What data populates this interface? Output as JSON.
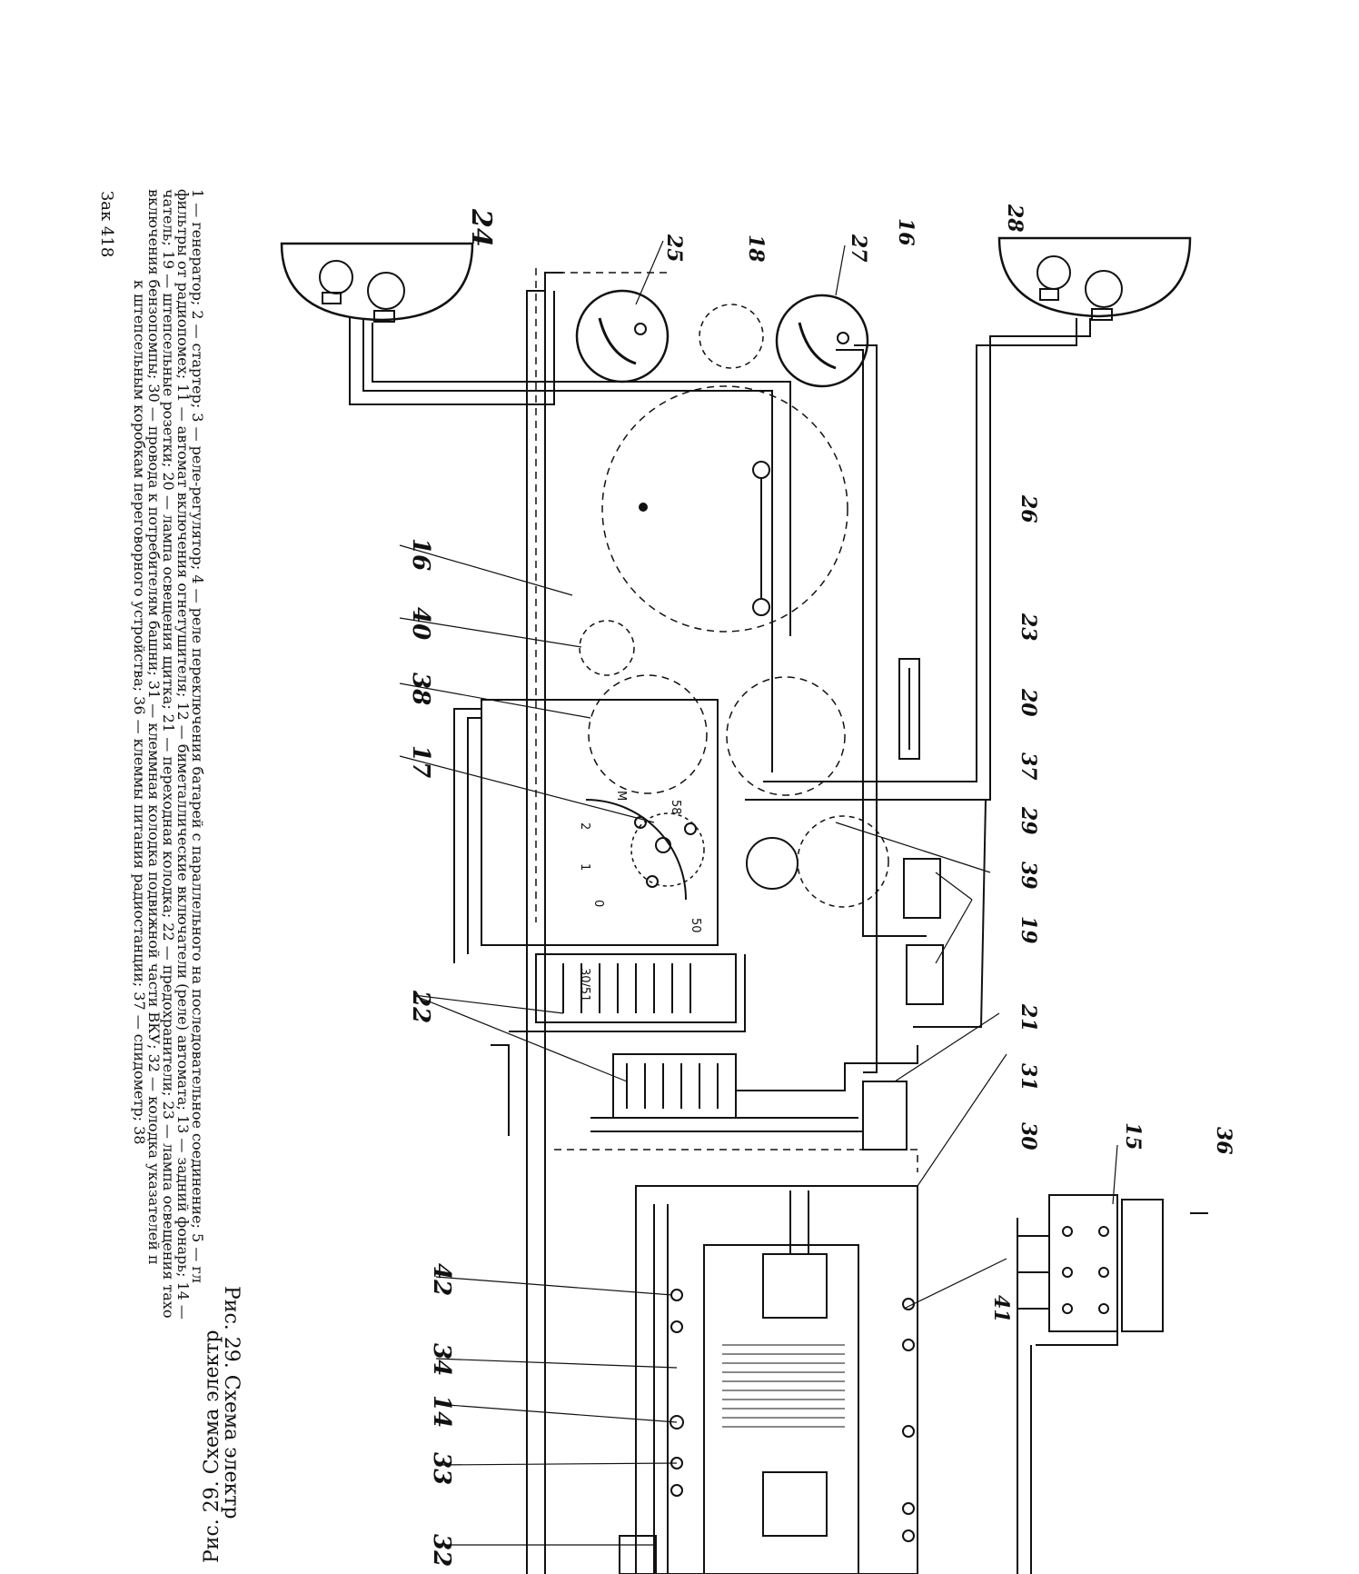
{
  "caption": {
    "title": "Рис. 29. Схема электр",
    "lines": [
      "1 — генератор; 2 — стартер; 3 — реле-регулятор; 4 — реле переключения батарей с параллельного на последовательное соединение; 5 — гл",
      "фильтры от радиопомех; 11 — автомат включения огнетушителя; 12 — биметаллические включатели (реле) автомата; 13 — задний фонарь; 14 —",
      "чатель; 19 — штепсельные розетки; 20 — лампа освещения щитка; 21 — переходная колодка; 22 — предохранители; 23 — лампа освещения тахо",
      "включения бензопомпы; 30 — провода к потребителям башни; 31 — клеммная колодка подвижной части ВКУ; 32 — колодка указателей п",
      "к штепсельным коробкам переговорного устройства; 36 — клеммы питания радиостанции; 37 — спидометр; 38"
    ],
    "order_mark": "Зак 418"
  },
  "labels": {
    "l24": "24",
    "l25": "25",
    "l18": "18",
    "l27": "27",
    "l16a": "16",
    "l28": "28",
    "l26": "26",
    "l23": "23",
    "l20": "20",
    "l37": "37",
    "l29": "29",
    "l39": "39",
    "l19": "19",
    "l21": "21",
    "l31": "31",
    "l30": "30",
    "l15": "15",
    "l36": "36",
    "l41": "41",
    "l34": "34",
    "l14": "14",
    "l33": "33",
    "l32": "32",
    "l42": "42",
    "l16": "16",
    "l40": "40",
    "l38": "38",
    "l17": "17",
    "l22": "22",
    "t3051": "30/51",
    "tM": "M",
    "t2": "2",
    "t1": "1",
    "t0": "0",
    "t58": "58",
    "t50": "50"
  }
}
